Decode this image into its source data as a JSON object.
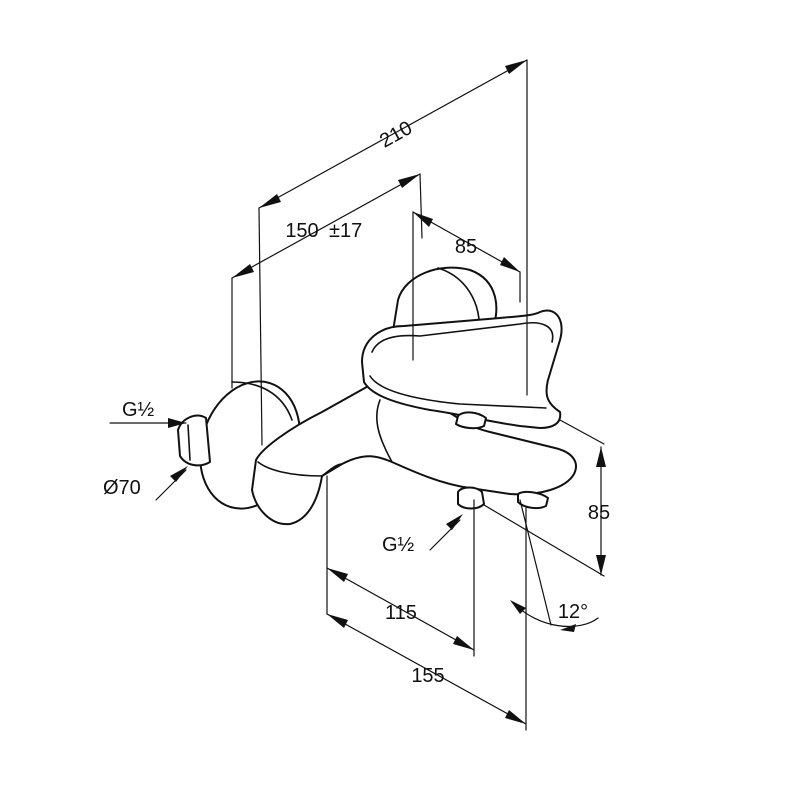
{
  "dimensions": {
    "overall_depth": "210",
    "inlet_spacing": "150",
    "inlet_spacing_tolerance": "±17",
    "handle_offset": "85",
    "height": "85",
    "spout_inner_offset": "115",
    "spout_outer_offset": "155",
    "spout_angle": "12°"
  },
  "labels": {
    "inlet_thread": "G½",
    "outlet_thread": "G½",
    "escutcheon_diameter": "Ø70"
  }
}
